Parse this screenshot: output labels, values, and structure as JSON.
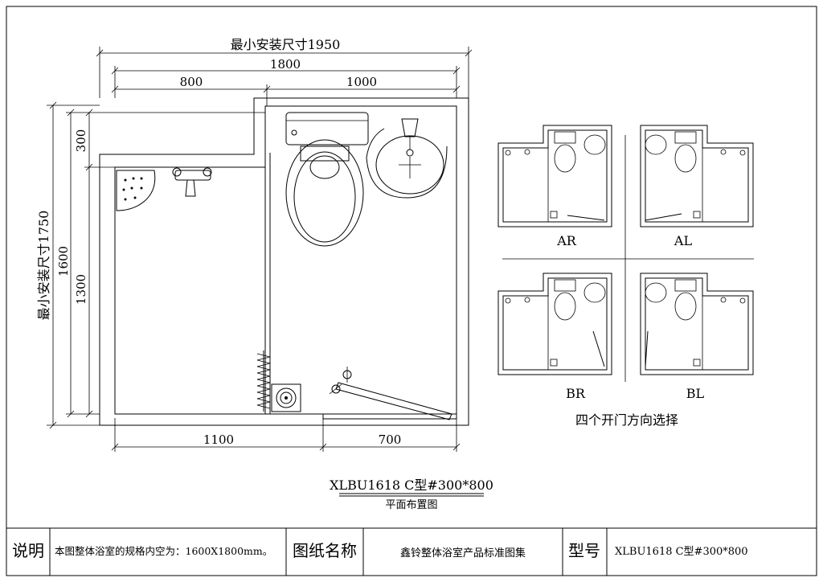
{
  "dimensions": {
    "min_install_width": "最小安装尺寸1950",
    "overall_width": "1800",
    "left_width": "800",
    "right_width": "1000",
    "bottom_left": "1100",
    "bottom_right": "700",
    "min_install_depth": "最小安装尺寸1750",
    "overall_depth": "1600",
    "top_depth": "300",
    "lower_depth": "1300"
  },
  "variants": {
    "ar": "AR",
    "al": "AL",
    "br": "BR",
    "bl": "BL",
    "caption": "四个开门方向选择"
  },
  "drawing_title": {
    "model": "XLBU1618 C型#300*800",
    "name": "平面布置图"
  },
  "title_block": {
    "desc_label": "说明",
    "desc_text": "本图整体浴室的规格内空为：1600X1800mm。",
    "drawing_name_label": "图纸名称",
    "drawing_name_value": "鑫铃整体浴室产品标准图集",
    "model_label": "型号",
    "model_value": "XLBU1618 C型#300*800"
  }
}
